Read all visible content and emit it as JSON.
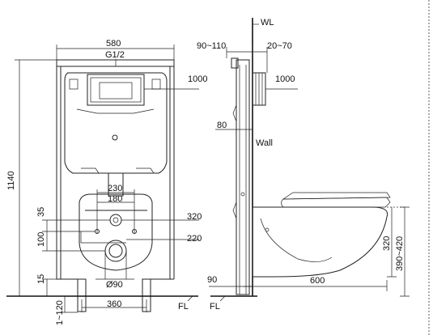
{
  "front_view": {
    "labels": {
      "width_580": "580",
      "inlet_g12": "G1/2",
      "plate_1000": "1000",
      "height_1140": "1140",
      "bolt_230": "230",
      "bolt_180": "180",
      "dim_35": "35",
      "dim_100": "100",
      "dim_320": "320",
      "dim_220": "220",
      "dim_15": "15",
      "dim_90": "Ø90",
      "dim_360": "360",
      "dim_1_120": "1~120",
      "floor": "FL"
    }
  },
  "side_view": {
    "labels": {
      "wall_level": "WL",
      "depth_90_110": "90~110",
      "depth_20_70": "20~70",
      "plate_1000": "1000",
      "dim_80": "80",
      "wall": "Wall",
      "dim_320": "320",
      "dim_390_420": "390~420",
      "dim_90": "90",
      "dim_600": "600",
      "floor": "FL"
    }
  }
}
